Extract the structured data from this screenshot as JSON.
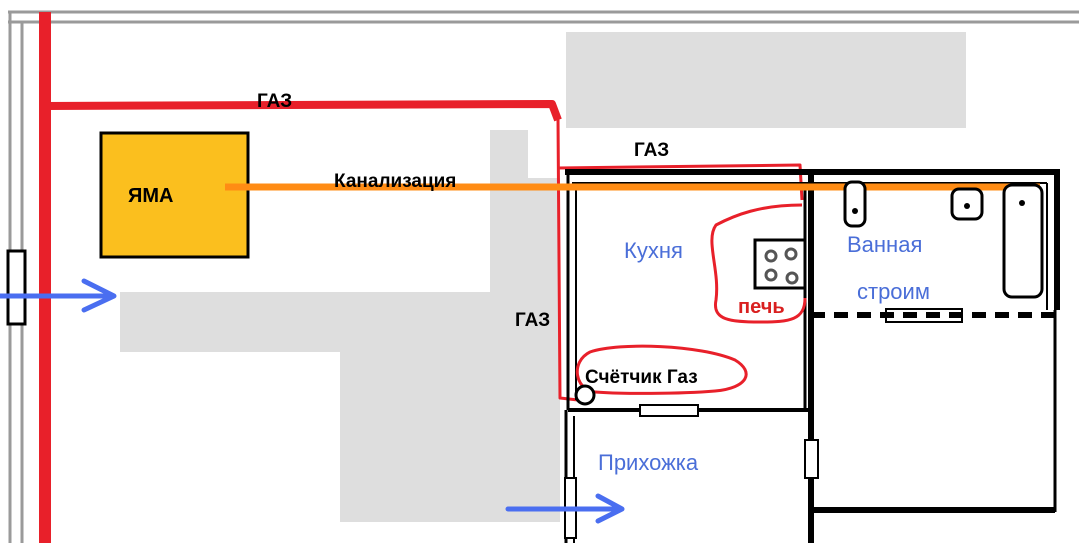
{
  "labels": {
    "gas_top": "ГАЗ",
    "gas_kitchen": "ГАЗ",
    "gas_vertical": "ГАЗ",
    "pit": "ЯМА",
    "sewer": "Канализация",
    "kitchen": "Кухня",
    "bathroom": "Ванная",
    "building": "строим",
    "stove": "печь",
    "meter": "Счётчик Газ",
    "hallway": "Прихожка"
  },
  "colors": {
    "gas_pipe": "#e8202a",
    "sewer_pipe": "#ff8c14",
    "pit_fill": "#fbbf1e",
    "walls": "#000000",
    "room_label": "#4a6ed8",
    "arrow": "#4a6ef0",
    "stove_label": "#d92020",
    "context_blocks": "#dedede",
    "fence": "#9a9a9a"
  },
  "icons": [
    "stove-icon",
    "sink-icon",
    "bathtub-icon",
    "gas-meter-icon",
    "entry-arrow-icon"
  ]
}
